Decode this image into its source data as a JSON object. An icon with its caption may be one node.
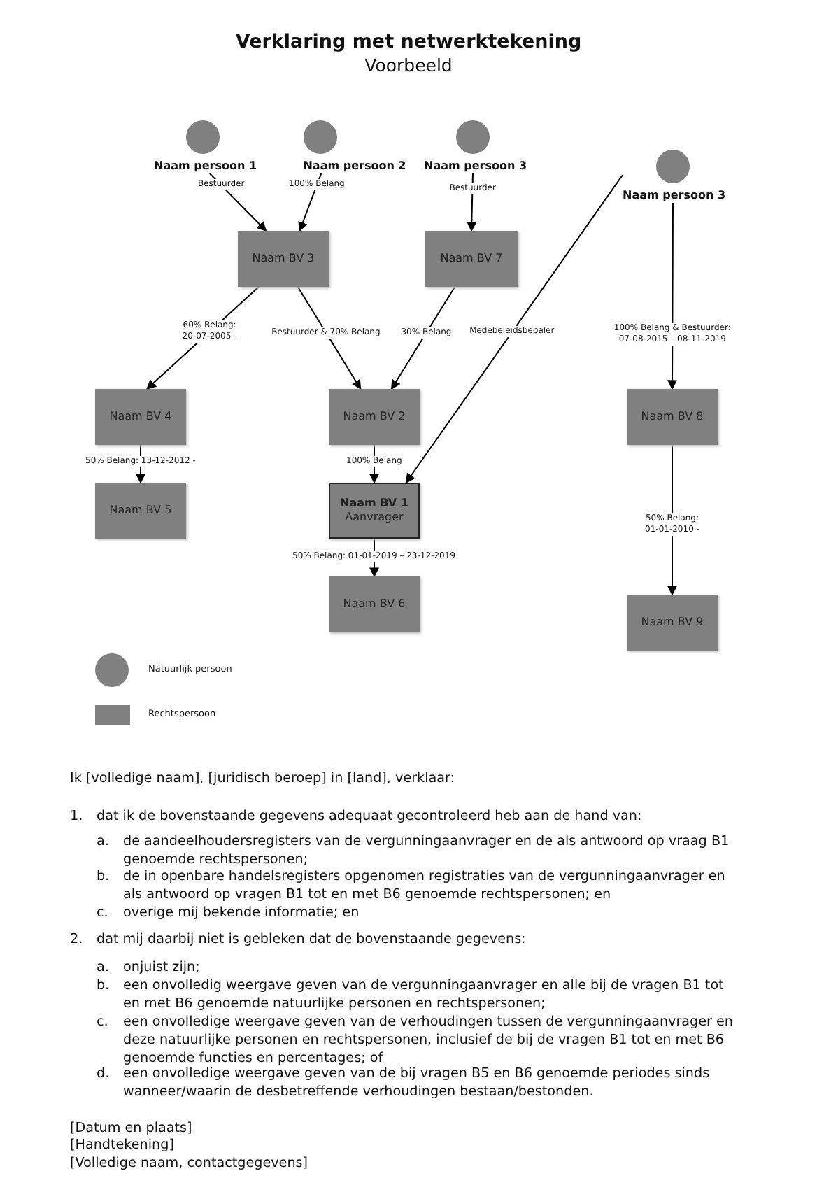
{
  "diagram": {
    "title": "Verklaring met netwerktekening",
    "nodes": [
      {
        "text": [
          "Naam persoon 1"
        ]
      },
      {
        "text": [
          "Naam persoon 2"
        ]
      },
      {
        "text": [
          "Naam persoon 3"
        ]
      },
      {
        "text": [
          "Naam persoon 3"
        ]
      },
      {
        "text": [
          "Naam BV 3"
        ]
      },
      {
        "text": [
          "Naam BV 7"
        ]
      },
      {
        "text": [
          "Naam BV 4"
        ]
      },
      {
        "text": [
          "Naam BV 2"
        ]
      },
      {
        "text": [
          "Naam BV 8"
        ]
      },
      {
        "text": [
          "Naam BV 5"
        ]
      },
      {
        "text": [
          "Naam BV 1",
          "Aanvrager"
        ]
      },
      {
        "text": [
          "Naam BV 6"
        ]
      },
      {
        "text": [
          "Naam BV 9"
        ]
      }
    ],
    "edges": [
      {
        "from": 0,
        "to": 4,
        "arrow": "to",
        "label": "Bestuurder"
      },
      {
        "from": 1,
        "to": 4,
        "arrow": "to",
        "label": "100% Belang"
      },
      {
        "from": 2,
        "to": 5,
        "arrow": "to",
        "label": "Bestuurder"
      },
      {
        "from": 4,
        "to": 6,
        "arrow": "to",
        "label": "60% Belang: 20-07-2005 -"
      },
      {
        "from": 4,
        "to": 7,
        "arrow": "to",
        "label": "Bestuurder & 70% Belang"
      },
      {
        "from": 5,
        "to": 7,
        "arrow": "to",
        "label": "30% Belang"
      },
      {
        "from": 3,
        "to": 10,
        "arrow": "to",
        "label": "Medebeleidsbepaler"
      },
      {
        "from": 3,
        "to": 8,
        "arrow": "to",
        "label": "100% Belang & Bestuurder: 07-08-2015 – 08-11-2019"
      },
      {
        "from": 6,
        "to": 9,
        "arrow": "to",
        "label": "50% Belang: 13-12-2012 -"
      },
      {
        "from": 7,
        "to": 10,
        "arrow": "to",
        "label": "100% Belang"
      },
      {
        "from": 10,
        "to": 11,
        "arrow": "to",
        "label": "50% Belang: 01-01-2019 – 23-12-2019"
      },
      {
        "from": 8,
        "to": 12,
        "arrow": "to",
        "label": "50% Belang: 01-01-2010 -"
      }
    ],
    "labels": [
      "Voorbeeld",
      "Ik [volledige naam], [juridisch beroep] in [land], verklaar:",
      "1.",
      "dat ik de bovenstaande gegevens adequaat gecontroleerd heb aan de hand van:",
      "a.",
      "de aandeelhoudersregisters van de vergunningaanvrager en de als antwoord op vraag B1 genoemde rechtspersonen;",
      "b.",
      "de in openbare handelsregisters opgenomen registraties van de vergunningaanvrager en als antwoord op vragen B1 tot en met B6 genoemde rechtspersonen; en",
      "c.",
      "overige mij bekende informatie; en",
      "2.",
      "dat mij daarbij niet is gebleken dat de bovenstaande gegevens:",
      "a.",
      "onjuist zijn;",
      "b.",
      "een onvolledig weergave geven van de vergunningaanvrager en alle bij de vragen B1 tot en met B6 genoemde natuurlijke personen en rechtspersonen;",
      "c.",
      "een onvolledige weergave geven van de verhoudingen tussen de vergunningaanvrager en deze natuurlijke personen en rechtspersonen, inclusief de bij de vragen B1 tot en met B6 genoemde functies en percentages; of",
      "d.",
      "een onvolledige weergave geven van de bij vragen B5 en B6 genoemde periodes sinds wanneer/waarin de desbetreffende verhoudingen bestaan/bestonden.",
      "[Datum en plaats]",
      "[Handtekening]",
      "[Volledige naam, contactgegevens]"
    ],
    "legend": [
      {
        "text": "Natuurlijk persoon"
      },
      {
        "text": "Rechtspersoon"
      }
    ]
  }
}
